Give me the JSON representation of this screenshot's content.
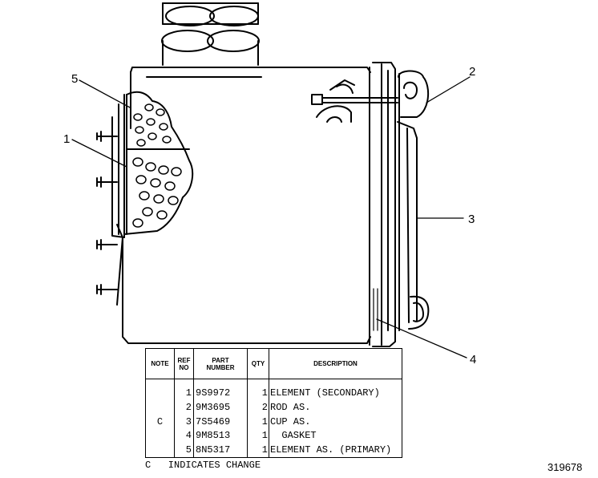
{
  "callouts": [
    "5",
    "1",
    "2",
    "3",
    "4"
  ],
  "table": {
    "headers": {
      "note": "NOTE",
      "ref_line1": "REF",
      "ref_line2": "NO",
      "part_line1": "PART",
      "part_line2": "NUMBER",
      "qty": "QTY",
      "description": "DESCRIPTION"
    },
    "rows": [
      {
        "note": "",
        "ref": "1",
        "part": "9S9972",
        "qty": "1",
        "description": "ELEMENT (SECONDARY)"
      },
      {
        "note": "",
        "ref": "2",
        "part": "9M3695",
        "qty": "2",
        "description": "ROD AS."
      },
      {
        "note": "C",
        "ref": "3",
        "part": "7S5469",
        "qty": "1",
        "description": "CUP AS."
      },
      {
        "note": "",
        "ref": "4",
        "part": "9M8513",
        "qty": "1",
        "description": "  GASKET"
      },
      {
        "note": "",
        "ref": "5",
        "part": "8N5317",
        "qty": "1",
        "description": "ELEMENT AS. (PRIMARY)"
      }
    ]
  },
  "footnote": "C   INDICATES CHANGE",
  "figure_number": "319678"
}
